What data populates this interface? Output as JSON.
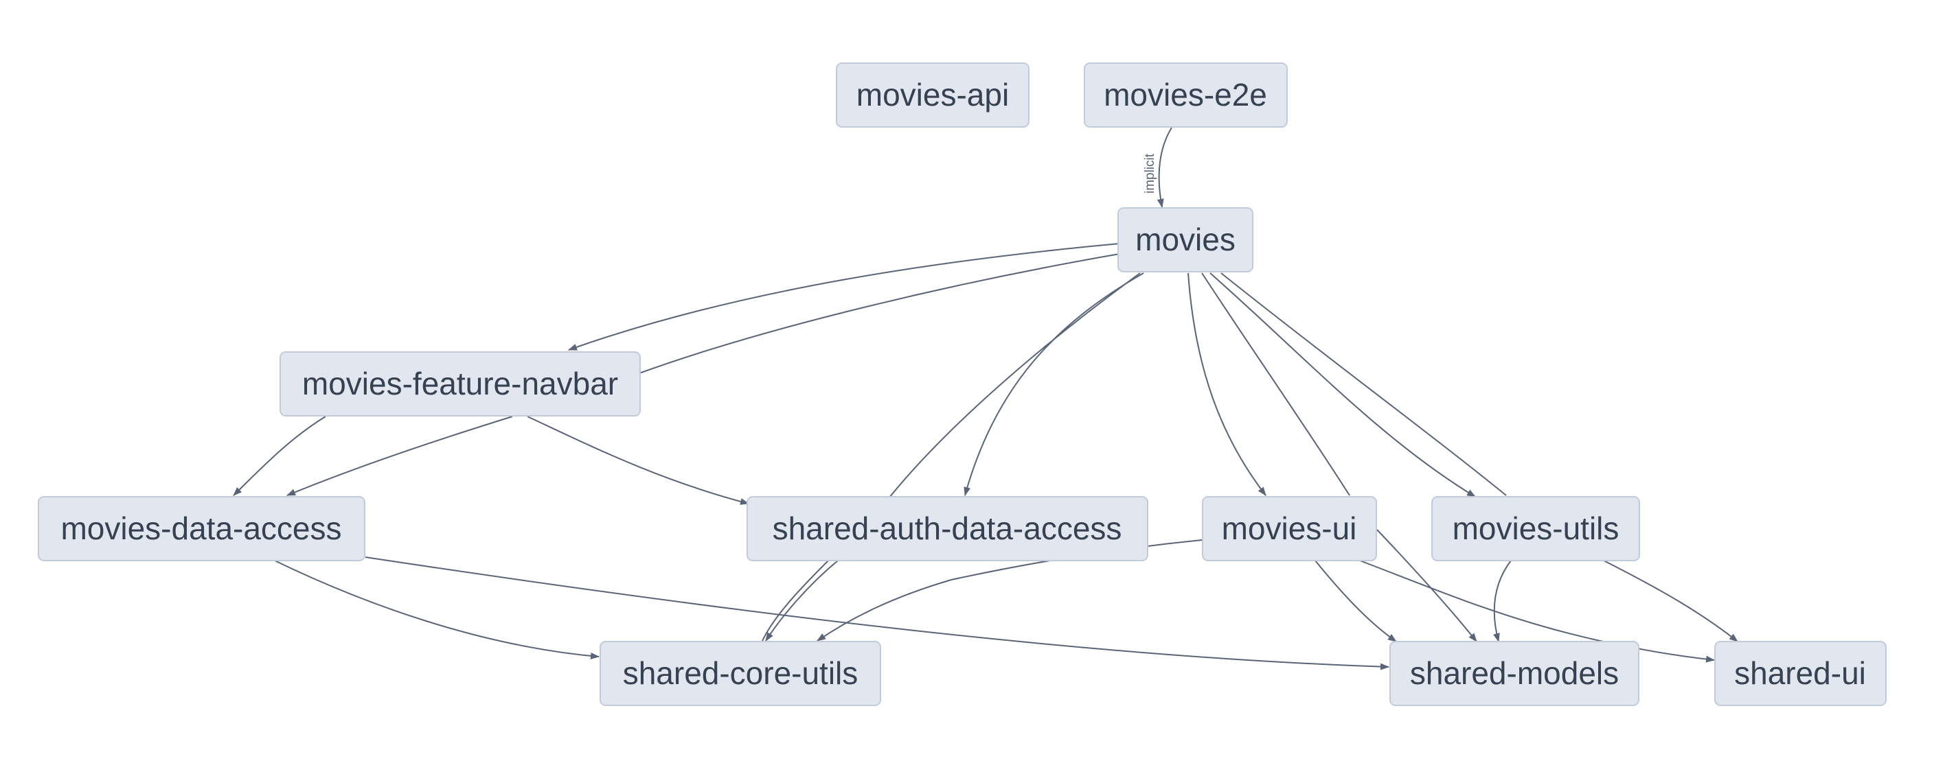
{
  "graph": {
    "nodes": [
      {
        "id": "movies-api",
        "label": "movies-api"
      },
      {
        "id": "movies-e2e",
        "label": "movies-e2e"
      },
      {
        "id": "movies",
        "label": "movies"
      },
      {
        "id": "movies-feature-navbar",
        "label": "movies-feature-navbar"
      },
      {
        "id": "movies-data-access",
        "label": "movies-data-access"
      },
      {
        "id": "shared-auth-data-access",
        "label": "shared-auth-data-access"
      },
      {
        "id": "movies-ui",
        "label": "movies-ui"
      },
      {
        "id": "movies-utils",
        "label": "movies-utils"
      },
      {
        "id": "shared-core-utils",
        "label": "shared-core-utils"
      },
      {
        "id": "shared-models",
        "label": "shared-models"
      },
      {
        "id": "shared-ui",
        "label": "shared-ui"
      }
    ],
    "edges": [
      {
        "from": "movies-e2e",
        "to": "movies",
        "label": "implicit"
      },
      {
        "from": "movies",
        "to": "movies-feature-navbar"
      },
      {
        "from": "movies",
        "to": "shared-auth-data-access"
      },
      {
        "from": "movies",
        "to": "movies-ui"
      },
      {
        "from": "movies",
        "to": "movies-utils"
      },
      {
        "from": "movies",
        "to": "shared-core-utils"
      },
      {
        "from": "movies",
        "to": "shared-models"
      },
      {
        "from": "movies",
        "to": "shared-ui"
      },
      {
        "from": "movies",
        "to": "movies-data-access"
      },
      {
        "from": "movies-feature-navbar",
        "to": "movies-data-access"
      },
      {
        "from": "movies-feature-navbar",
        "to": "shared-auth-data-access"
      },
      {
        "from": "movies-data-access",
        "to": "shared-core-utils"
      },
      {
        "from": "movies-data-access",
        "to": "shared-models"
      },
      {
        "from": "shared-auth-data-access",
        "to": "shared-core-utils"
      },
      {
        "from": "movies-ui",
        "to": "shared-models"
      },
      {
        "from": "movies-ui",
        "to": "shared-core-utils"
      },
      {
        "from": "movies-utils",
        "to": "shared-models"
      },
      {
        "from": "movies-utils",
        "to": "shared-ui"
      }
    ]
  }
}
